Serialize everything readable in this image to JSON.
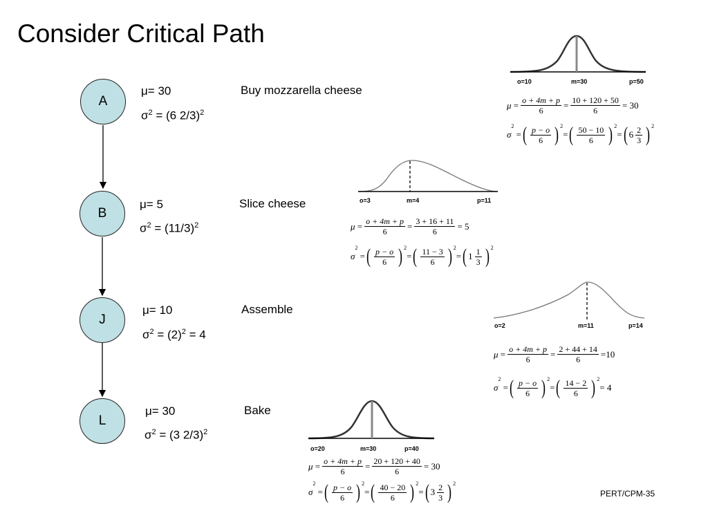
{
  "title": "Consider Critical Path",
  "footer": "PERT/CPM-35",
  "symbols": {
    "mu": "μ",
    "sigma": "σ",
    "eq": "=",
    "plus": "+",
    "minus": "−"
  },
  "nodes": [
    {
      "label": "A",
      "mu": "μ= 30",
      "sigma_a": "σ",
      "sigma_b": " = (6 2/3)",
      "activity": "Buy mozzarella cheese"
    },
    {
      "label": "B",
      "mu": "μ= 5",
      "sigma_a": "σ",
      "sigma_b": " = (11/3)",
      "activity": "Slice cheese"
    },
    {
      "label": "J",
      "mu": "μ= 10",
      "sigma_a": "σ",
      "sigma_b": " = (2)",
      "sigma_c": " = 4",
      "activity": "Assemble"
    },
    {
      "label": "L",
      "mu": "μ= 30",
      "sigma_a": "σ",
      "sigma_b": "  = (3 2/3)",
      "activity": "Bake"
    }
  ],
  "sup2": "2",
  "distributions": [
    {
      "o": "o=10",
      "m": "m=30",
      "p": "p=50",
      "mu_num": "o + 4m + p",
      "mu_den": "6",
      "mu_num2": "10 + 120 + 50",
      "mu_den2": "6",
      "mu_res": "= 30",
      "s_num": "p − o",
      "s_den": "6",
      "s_num2": "50 − 10",
      "s_den2": "6",
      "s_whole": "6",
      "s_fn": "2",
      "s_fd": "3"
    },
    {
      "o": "o=3",
      "m": "m=4",
      "p": "p=11",
      "mu_num": "o + 4m + p",
      "mu_den": "6",
      "mu_num2": "3 + 16 + 11",
      "mu_den2": "6",
      "mu_res": "= 5",
      "s_num": "p − o",
      "s_den": "6",
      "s_num2": "11 − 3",
      "s_den2": "6",
      "s_whole": "1",
      "s_fn": "1",
      "s_fd": "3"
    },
    {
      "o": "o=2",
      "m": "m=11",
      "p": "p=14",
      "mu_num": "o + 4m + p",
      "mu_den": "6",
      "mu_num2": "2 + 44 + 14",
      "mu_den2": "6",
      "mu_res": "=10",
      "s_num": "p − o",
      "s_den": "6",
      "s_num2": "14 − 2",
      "s_den2": "6",
      "s_res": "= 4"
    },
    {
      "o": "o=20",
      "m": "m=30",
      "p": "p=40",
      "mu_num": "o + 4m + p",
      "mu_den": "6",
      "mu_num2": "20 + 120 + 40",
      "mu_den2": "6",
      "mu_res": "= 30",
      "s_num": "p − o",
      "s_den": "6",
      "s_num2": "40 − 20",
      "s_den2": "6",
      "s_whole": "3",
      "s_fn": "2",
      "s_fd": "3"
    }
  ]
}
